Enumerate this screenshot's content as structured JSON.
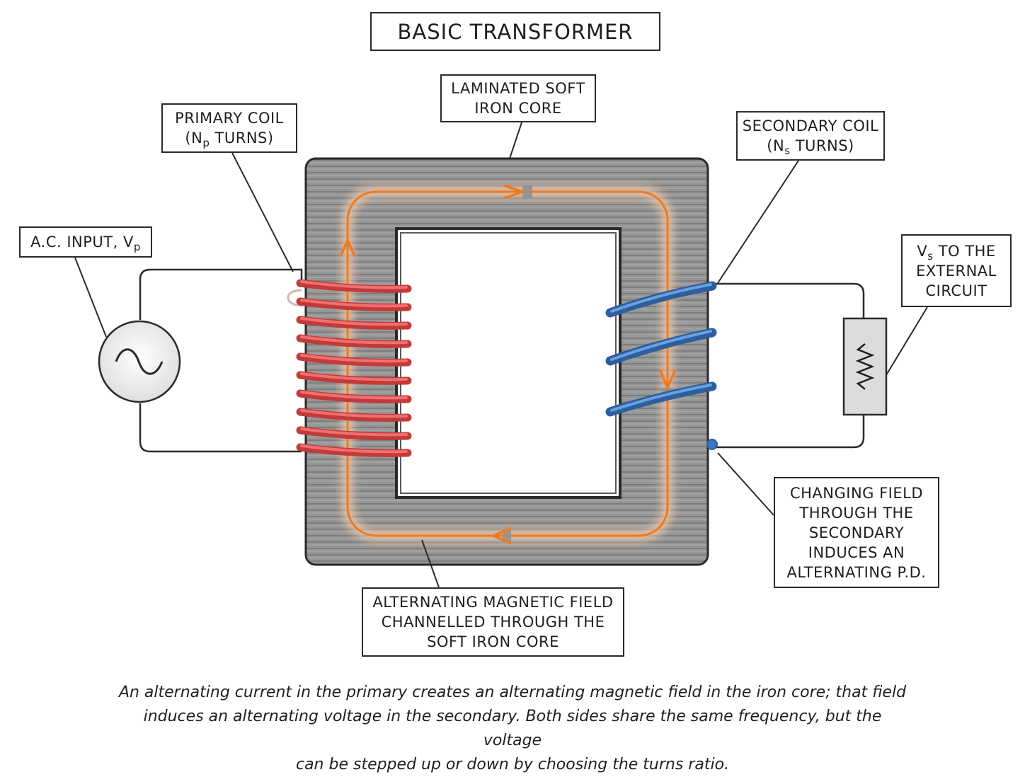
{
  "title": "BASIC TRANSFORMER",
  "labels": {
    "core_line1": "LAMINATED SOFT",
    "core_line2": "IRON CORE",
    "primary_line1": "PRIMARY COIL",
    "primary_pre": "(N",
    "primary_sub": "p",
    "primary_post": " TURNS)",
    "secondary_line1": "SECONDARY COIL",
    "secondary_pre": "(N",
    "secondary_sub": "s",
    "secondary_post": " TURNS)",
    "input_pre": "A.C. INPUT, V",
    "input_sub": "p",
    "vs_pre": "V",
    "vs_sub": "s",
    "vs_post": " TO THE",
    "vs_line2": "EXTERNAL",
    "vs_line3": "CIRCUIT",
    "changing_line1": "CHANGING FIELD",
    "changing_line2": "THROUGH THE",
    "changing_line3": "SECONDARY",
    "changing_line4": "INDUCES AN",
    "changing_line5": "ALTERNATING P.D.",
    "field_line1": "ALTERNATING MAGNETIC FIELD",
    "field_line2": "CHANNELLED THROUGH THE",
    "field_line3": "SOFT IRON CORE"
  },
  "caption": {
    "line1": "An alternating current in the primary creates an alternating magnetic field in the iron core; that field",
    "line2": "induces an alternating voltage in the secondary. Both sides share the same frequency, but the voltage",
    "line3": "can be stepped up or down by choosing the turns ratio."
  },
  "colors": {
    "core": "#8f8f8f",
    "primary_coil": "#e04a4a",
    "secondary_coil": "#3c74c4",
    "field_arrow": "#f07a1e",
    "wire": "#2a2a2a"
  },
  "icons": {
    "ac_source": "sine-wave-icon",
    "load": "resistor-zigzag-icon"
  }
}
